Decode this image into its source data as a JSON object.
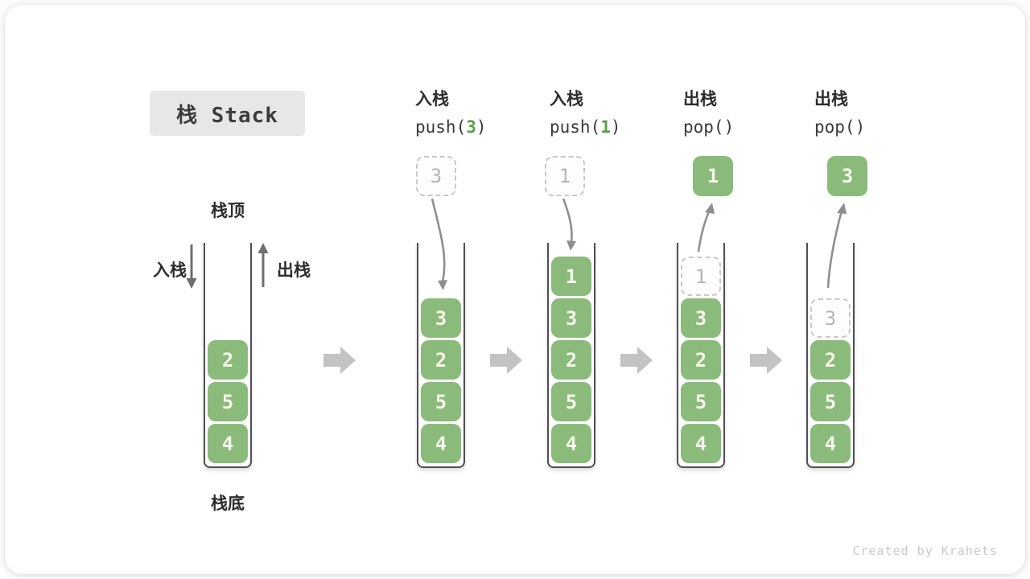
{
  "title": {
    "text": "栈 Stack"
  },
  "legend": {
    "stack_top": "栈顶",
    "stack_bottom": "栈底",
    "push_label": "入栈",
    "pop_label": "出栈"
  },
  "operations": [
    {
      "action": "入栈",
      "code_pre": "push(",
      "code_arg": "3",
      "code_post": ")"
    },
    {
      "action": "入栈",
      "code_pre": "push(",
      "code_arg": "1",
      "code_post": ")"
    },
    {
      "action": "出栈",
      "code_pre": "pop()",
      "code_arg": "",
      "code_post": ""
    },
    {
      "action": "出栈",
      "code_pre": "pop()",
      "code_arg": "",
      "code_post": ""
    }
  ],
  "stages": [
    {
      "id": "initial",
      "cells": [
        {
          "value": "2",
          "kind": "solid"
        },
        {
          "value": "5",
          "kind": "solid"
        },
        {
          "value": "4",
          "kind": "solid"
        }
      ]
    },
    {
      "id": "after-push-3",
      "incoming": {
        "value": "3",
        "kind": "ghost"
      },
      "cells": [
        {
          "value": "3",
          "kind": "solid"
        },
        {
          "value": "2",
          "kind": "solid"
        },
        {
          "value": "5",
          "kind": "solid"
        },
        {
          "value": "4",
          "kind": "solid"
        }
      ]
    },
    {
      "id": "after-push-1",
      "incoming": {
        "value": "1",
        "kind": "ghost"
      },
      "cells": [
        {
          "value": "1",
          "kind": "solid"
        },
        {
          "value": "3",
          "kind": "solid"
        },
        {
          "value": "2",
          "kind": "solid"
        },
        {
          "value": "5",
          "kind": "solid"
        },
        {
          "value": "4",
          "kind": "solid"
        }
      ]
    },
    {
      "id": "after-pop-1",
      "outgoing": {
        "value": "1",
        "kind": "solid"
      },
      "cells": [
        {
          "value": "1",
          "kind": "ghost"
        },
        {
          "value": "3",
          "kind": "solid"
        },
        {
          "value": "2",
          "kind": "solid"
        },
        {
          "value": "5",
          "kind": "solid"
        },
        {
          "value": "4",
          "kind": "solid"
        }
      ]
    },
    {
      "id": "after-pop-3",
      "outgoing": {
        "value": "3",
        "kind": "solid"
      },
      "cells": [
        {
          "value": "3",
          "kind": "ghost"
        },
        {
          "value": "2",
          "kind": "solid"
        },
        {
          "value": "5",
          "kind": "solid"
        },
        {
          "value": "4",
          "kind": "solid"
        }
      ]
    }
  ],
  "colors": {
    "block_green": "#8abb7a",
    "code_arg_green": "#5aa147",
    "stage_arrow_gray": "#c3c3c3",
    "curve_arrow_gray": "#8f8f8f",
    "container_border": "#4f4f4f",
    "ghost_border": "#c9c9c9",
    "title_bg": "#e7e7e7"
  },
  "footer": {
    "credit": "Created by Krahets"
  }
}
